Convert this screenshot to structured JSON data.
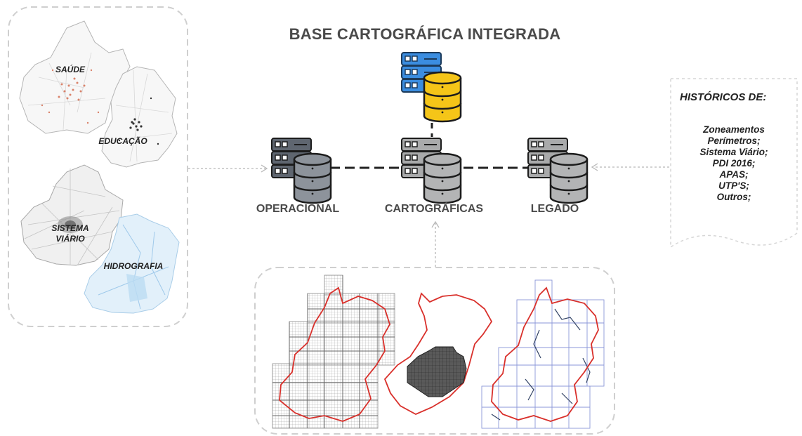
{
  "title": "BASE CARTOGRÁFICA INTEGRADA",
  "nodes": {
    "operacional": "OPERACIONAL",
    "cartograficas": "CARTOGRÁFICAS",
    "legado": "LEGADO"
  },
  "left_maps": {
    "saude": "SAÚDE",
    "educacao": "EDUCAÇÃO",
    "sistema_viario_line1": "SISTEMA",
    "sistema_viario_line2": "VIÁRIO",
    "hidrografia": "HIDROGRAFIA"
  },
  "historicos": {
    "title": "HISTÓRICOS DE:",
    "items": [
      "Zoneamentos",
      "Perímetros;",
      "Sistema Viário;",
      "PDI 2016;",
      "APAS;",
      "UTP'S;",
      "Outros;"
    ]
  },
  "colors": {
    "server_dark": "#5f6670",
    "db_gray": "#a9aaab",
    "server_blue": "#3b8de0",
    "db_yellow": "#f5c518",
    "boundary_red": "#d9302b",
    "hidro_blue": "#cfe6f6",
    "grid_blue": "#8a96d8"
  }
}
